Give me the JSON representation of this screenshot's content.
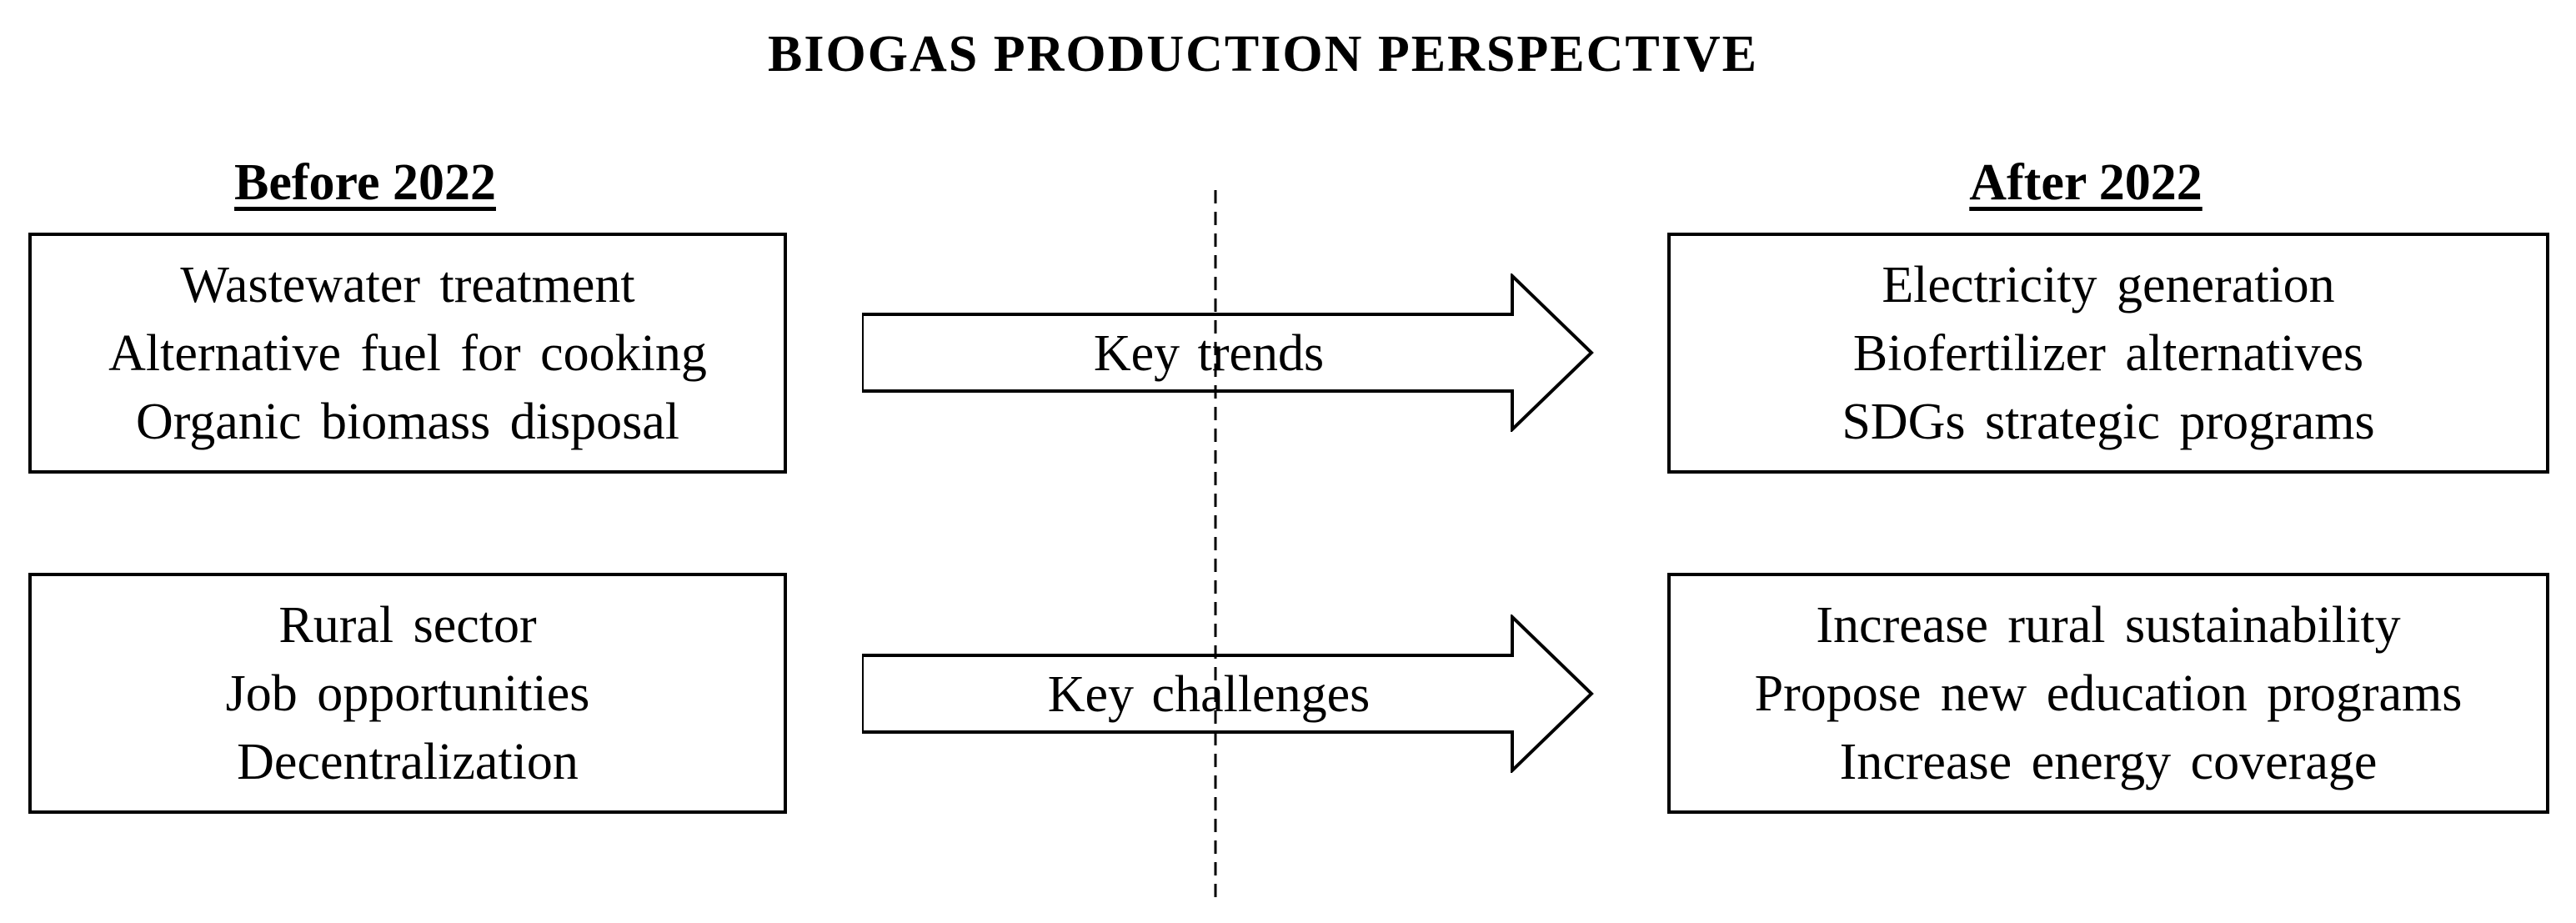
{
  "title": "BIOGAS PRODUCTION PERSPECTIVE",
  "columns": {
    "before": {
      "heading": "Before 2022",
      "trends": [
        "Wastewater treatment",
        "Alternative fuel for cooking",
        "Organic biomass disposal"
      ],
      "challenges": [
        "Rural sector",
        "Job opportunities",
        "Decentralization"
      ]
    },
    "after": {
      "heading": "After 2022",
      "trends": [
        "Electricity generation",
        "Biofertilizer alternatives",
        "SDGs strategic programs"
      ],
      "challenges": [
        "Increase rural sustainability",
        "Propose new education programs",
        "Increase energy coverage"
      ]
    }
  },
  "arrows": {
    "trends": "Key trends",
    "challenges": "Key challenges"
  },
  "colors": {
    "stroke": "#000000",
    "background": "#ffffff"
  }
}
